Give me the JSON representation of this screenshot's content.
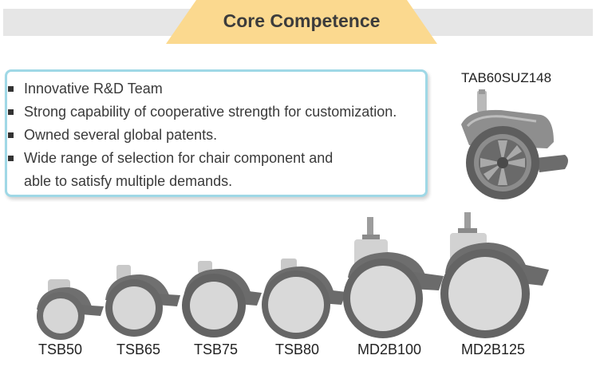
{
  "banner": {
    "title": "Core Competence"
  },
  "competences": [
    "Innovative R&D Team",
    "Strong capability of cooperative strength for customization.",
    "Owned several global patents.",
    "Wide range of selection for chair component and",
    "able to satisfy multiple demands."
  ],
  "featured": {
    "model": "TAB60SUZ148"
  },
  "casters": [
    {
      "model": "TSB50"
    },
    {
      "model": "TSB65"
    },
    {
      "model": "TSB75"
    },
    {
      "model": "TSB80"
    },
    {
      "model": "MD2B100"
    },
    {
      "model": "MD2B125"
    }
  ],
  "colors": {
    "banner_yellow": "#fbd98f",
    "banner_gray": "#e6e6e6",
    "box_border": "#9fd8e6",
    "caster_gray": "#6f6f6f"
  }
}
